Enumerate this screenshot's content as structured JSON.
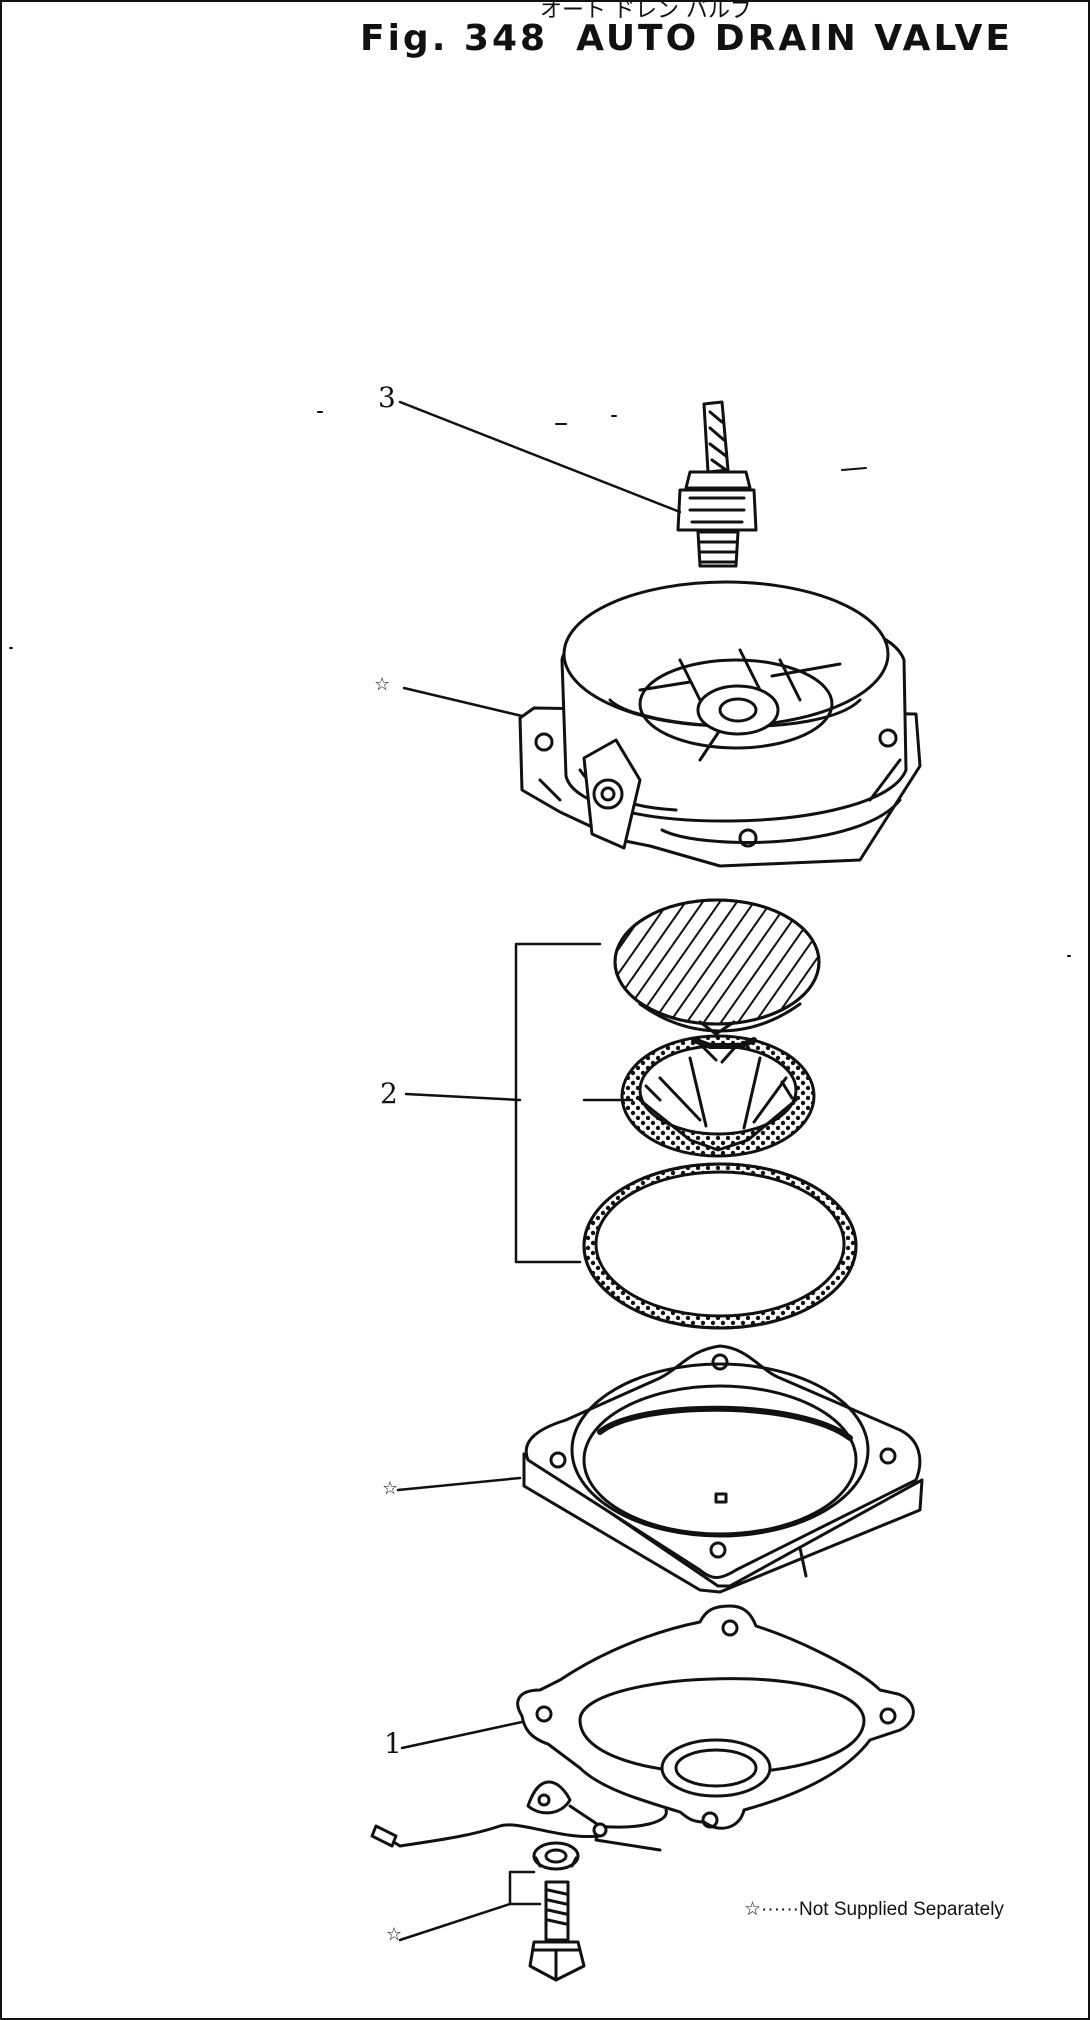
{
  "figure": {
    "number_label": "Fig. 348",
    "title": "AUTO DRAIN VALVE",
    "japanese_title": "オート ドレン バルブ"
  },
  "callouts": [
    "3",
    "2",
    "1"
  ],
  "star_symbol": "☆",
  "note": {
    "symbol": "☆",
    "dots": "······",
    "text": "Not Supplied Separately"
  }
}
